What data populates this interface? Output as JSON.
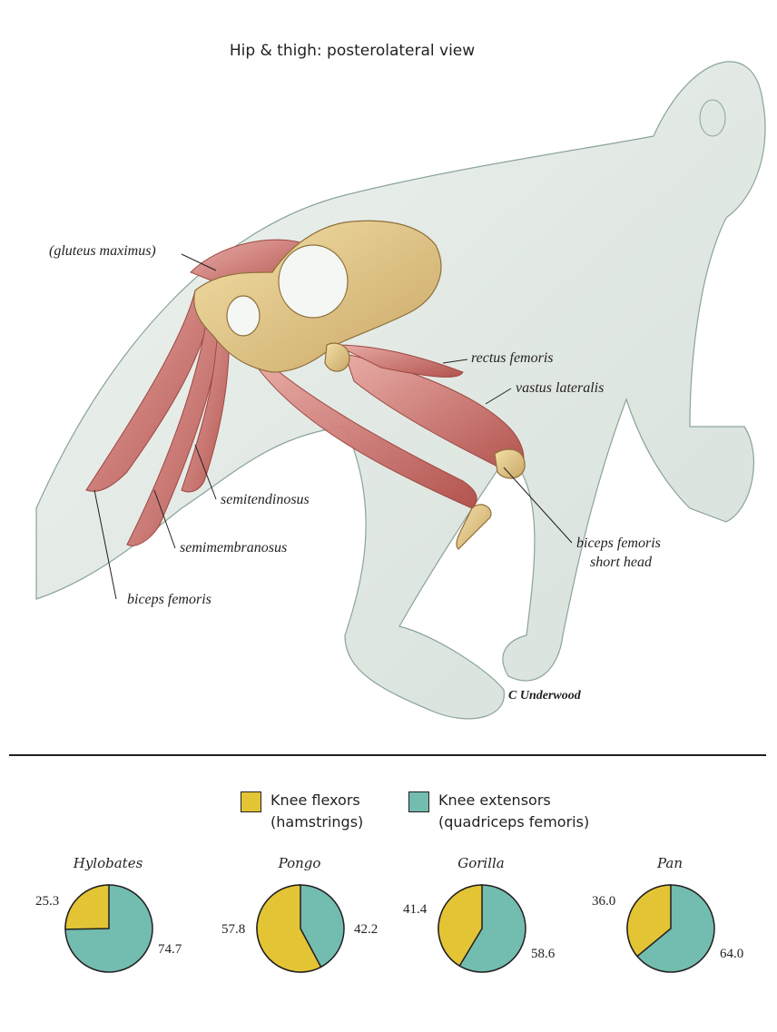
{
  "title": "Hip & thigh: posterolateral view",
  "labels": {
    "gluteus_maximus": "(gluteus maximus)",
    "rectus_femoris": "rectus femoris",
    "vastus_lateralis": "vastus lateralis",
    "semitendinosus": "semitendinosus",
    "semimembranosus": "semimembranosus",
    "biceps_femoris": "biceps femoris",
    "biceps_short_line1": "biceps femoris",
    "biceps_short_line2": "short head"
  },
  "signature": "C Underwood",
  "legend": {
    "flexors_line1": "Knee flexors",
    "flexors_line2": "(hamstrings)",
    "extensors_line1": "Knee extensors",
    "extensors_line2": "(quadriceps femoris)"
  },
  "colors": {
    "flexors": "#e3c435",
    "extensors": "#72bcb0",
    "outline": "#231f20"
  },
  "chart_data": {
    "type": "pie",
    "series_names": [
      "Knee flexors (hamstrings)",
      "Knee extensors (quadriceps femoris)"
    ],
    "pies": [
      {
        "name": "Hylobates",
        "flexors": 25.3,
        "extensors": 74.7,
        "flexors_label": "25.3",
        "extensors_label": "74.7"
      },
      {
        "name": "Pongo",
        "flexors": 57.8,
        "extensors": 42.2,
        "flexors_label": "57.8",
        "extensors_label": "42.2"
      },
      {
        "name": "Gorilla",
        "flexors": 41.4,
        "extensors": 58.6,
        "flexors_label": "41.4",
        "extensors_label": "58.6"
      },
      {
        "name": "Pan",
        "flexors": 36.0,
        "extensors": 64.0,
        "flexors_label": "36.0",
        "extensors_label": "64.0"
      }
    ]
  }
}
